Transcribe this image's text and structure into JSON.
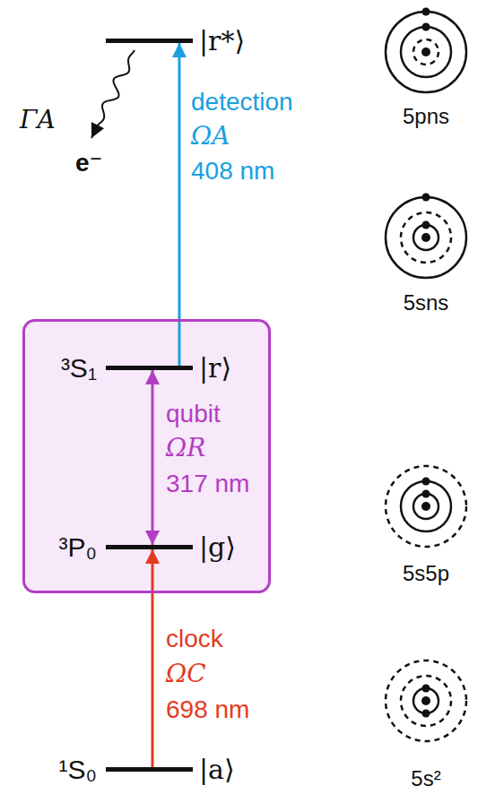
{
  "diagram": {
    "nodes": [
      {
        "text": [
          "|r*⟩"
        ]
      },
      {
        "text": []
      },
      {
        "text": [
          "³S₁",
          "|r⟩"
        ],
        "in": 1
      },
      {
        "text": [
          "³P₀",
          "|g⟩"
        ],
        "in": 1
      },
      {
        "text": [
          "¹S₀",
          "|a⟩"
        ]
      }
    ],
    "edges": [
      {
        "from": 2,
        "to": 0,
        "arrow": "to"
      },
      {
        "from": 3,
        "to": 2,
        "arrow": "both"
      },
      {
        "from": 4,
        "to": 3,
        "arrow": "to"
      }
    ],
    "labels": [
      "detection",
      "ΩA",
      "408 nm",
      "qubit",
      "ΩR",
      "317 nm",
      "clock",
      "ΩC",
      "698 nm",
      "ΓA",
      "e⁻",
      "5pns",
      "5sns",
      "5s5p",
      "5s²"
    ]
  }
}
